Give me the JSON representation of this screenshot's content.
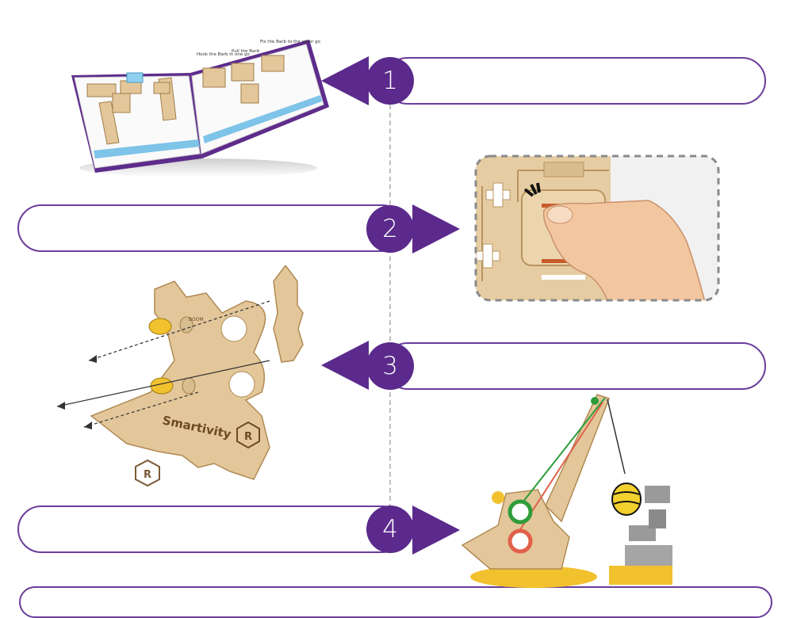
{
  "steps": [
    {
      "number": "1",
      "direction": "left"
    },
    {
      "number": "2",
      "direction": "right"
    },
    {
      "number": "3",
      "direction": "left"
    },
    {
      "number": "4",
      "direction": "right"
    }
  ],
  "booklet": {
    "captions": [
      "Hook the Barb in one go",
      "Pull the Barb",
      "Fix the Barb to the other go"
    ]
  },
  "model": {
    "brand_text": "Smartivity",
    "badge_letter": "R",
    "boom_text": "BOOM"
  },
  "colors": {
    "accent": "#5b2a8c",
    "outline": "#6a3d9a",
    "wood": "#e3c79a",
    "dashed_box": "#8a8a8a"
  },
  "icons": [
    "plus-icon",
    "arrow-left-icon",
    "arrow-right-icon"
  ]
}
